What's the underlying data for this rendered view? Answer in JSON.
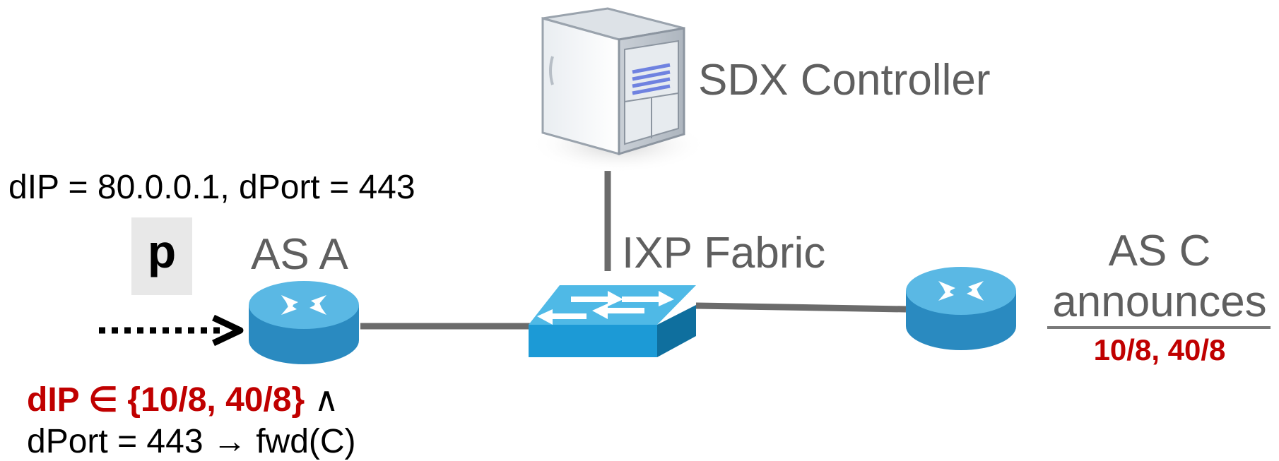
{
  "packet": {
    "header": "dIP = 80.0.0.1, dPort = 443",
    "name": "p"
  },
  "as_a": {
    "label": "AS A"
  },
  "ixp": {
    "label": "IXP Fabric"
  },
  "sdx": {
    "label": "SDX Controller"
  },
  "as_c": {
    "label": "AS C",
    "announces": "announces",
    "prefixes": "10/8, 40/8"
  },
  "policy_rule": {
    "condition": "dIP ∈ {10/8, 40/8}",
    "operator": " ∧",
    "action": "dPort = 443 → fwd(C)"
  },
  "colors": {
    "router_top": "#5ab8e4",
    "router_side": "#2a8ac0",
    "switch_top": "#4fb9e6",
    "switch_front": "#1c9ad6",
    "link": "#6b6b6b",
    "highlight_red": "#c00000"
  }
}
